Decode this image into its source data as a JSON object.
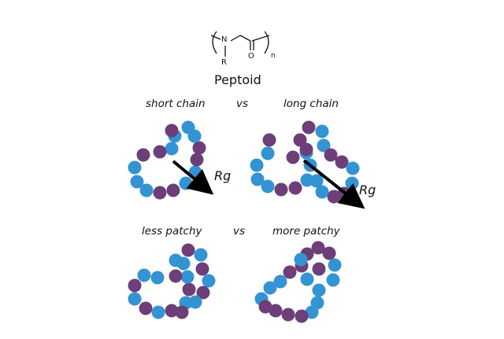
{
  "structure": {
    "atom_n": "N",
    "atom_r": "R",
    "atom_o": "O",
    "subscript": "n",
    "name": "Peptoid"
  },
  "comparisons": [
    {
      "left": "short chain",
      "mid": "vs",
      "right": "long chain"
    },
    {
      "left": "less patchy",
      "mid": "vs",
      "right": "more patchy"
    }
  ],
  "rg_label": "Rg",
  "colors": {
    "blue": "#3393d3",
    "purple": "#6d3e78",
    "arrow": "#000000"
  },
  "chains": [
    {
      "name": "chain-short",
      "beads": [
        "purple",
        "blue",
        "blue",
        "blue",
        "purple",
        "purple",
        "blue",
        "blue",
        "purple",
        "purple",
        "blue",
        "blue",
        "blue",
        "blue",
        "purple",
        "purple"
      ]
    },
    {
      "name": "chain-long",
      "beads": [
        "blue",
        "blue",
        "blue",
        "purple",
        "purple",
        "blue",
        "blue",
        "blue",
        "purple",
        "purple",
        "blue",
        "blue",
        "purple",
        "purple",
        "blue",
        "blue",
        "purple",
        "purple",
        "blue",
        "blue",
        "purple",
        "purple",
        "blue",
        "purple"
      ]
    },
    {
      "name": "chain-less-patchy",
      "beads": [
        "blue",
        "purple",
        "blue",
        "purple",
        "blue",
        "purple",
        "blue",
        "purple",
        "blue",
        "blue",
        "purple",
        "blue",
        "purple",
        "blue",
        "purple",
        "blue",
        "purple",
        "blue",
        "purple",
        "blue"
      ]
    },
    {
      "name": "chain-more-patchy",
      "beads": [
        "blue",
        "blue",
        "blue",
        "purple",
        "purple",
        "purple",
        "purple",
        "purple",
        "blue",
        "blue",
        "blue",
        "blue",
        "blue",
        "purple",
        "purple",
        "purple",
        "purple",
        "purple",
        "blue",
        "blue"
      ]
    }
  ]
}
